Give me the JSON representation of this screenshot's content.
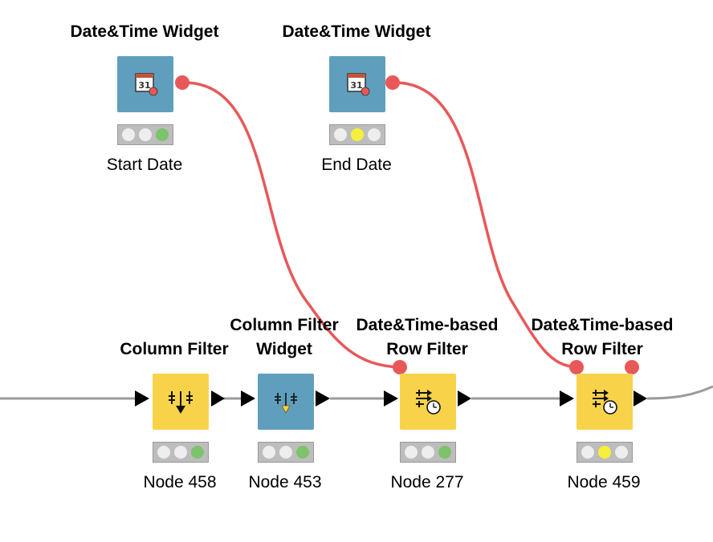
{
  "nodes": [
    {
      "id": "start-date",
      "title": "Date&Time Widget",
      "label": "Start Date",
      "type": "date-widget",
      "color": "#5f9fbd",
      "status": [
        "off",
        "off",
        "green"
      ]
    },
    {
      "id": "end-date",
      "title": "Date&Time Widget",
      "label": "End Date",
      "type": "date-widget",
      "color": "#5f9fbd",
      "status": [
        "off",
        "yellow",
        "off"
      ]
    },
    {
      "id": "node-458",
      "title": "Column Filter",
      "label": "Node 458",
      "type": "column-filter",
      "color": "#f8d34a",
      "status": [
        "off",
        "off",
        "green"
      ]
    },
    {
      "id": "node-453",
      "title": "Column Filter\nWidget",
      "label": "Node 453",
      "type": "column-filter-widget",
      "color": "#5f9fbd",
      "status": [
        "off",
        "off",
        "green"
      ]
    },
    {
      "id": "node-277",
      "title": "Date&Time-based\nRow Filter",
      "label": "Node 277",
      "type": "row-filter",
      "color": "#f8d34a",
      "status": [
        "off",
        "off",
        "green"
      ]
    },
    {
      "id": "node-459",
      "title": "Date&Time-based\nRow Filter",
      "label": "Node 459",
      "type": "row-filter",
      "color": "#f8d34a",
      "status": [
        "off",
        "yellow",
        "off"
      ]
    }
  ],
  "connections": [
    {
      "from": "start-date",
      "to": "node-277",
      "kind": "flow-variable",
      "color": "#e8585a"
    },
    {
      "from": "end-date",
      "to": "node-459",
      "kind": "flow-variable",
      "color": "#e8585a"
    },
    {
      "from": "canvas-left",
      "to": "node-458",
      "kind": "data",
      "color": "#9b9b9b"
    },
    {
      "from": "node-458",
      "to": "node-453",
      "kind": "data",
      "color": "#9b9b9b"
    },
    {
      "from": "node-453",
      "to": "node-277",
      "kind": "data",
      "color": "#9b9b9b"
    },
    {
      "from": "node-277",
      "to": "node-459",
      "kind": "data",
      "color": "#9b9b9b"
    },
    {
      "from": "node-459",
      "to": "canvas-right",
      "kind": "data",
      "color": "#9b9b9b"
    }
  ]
}
